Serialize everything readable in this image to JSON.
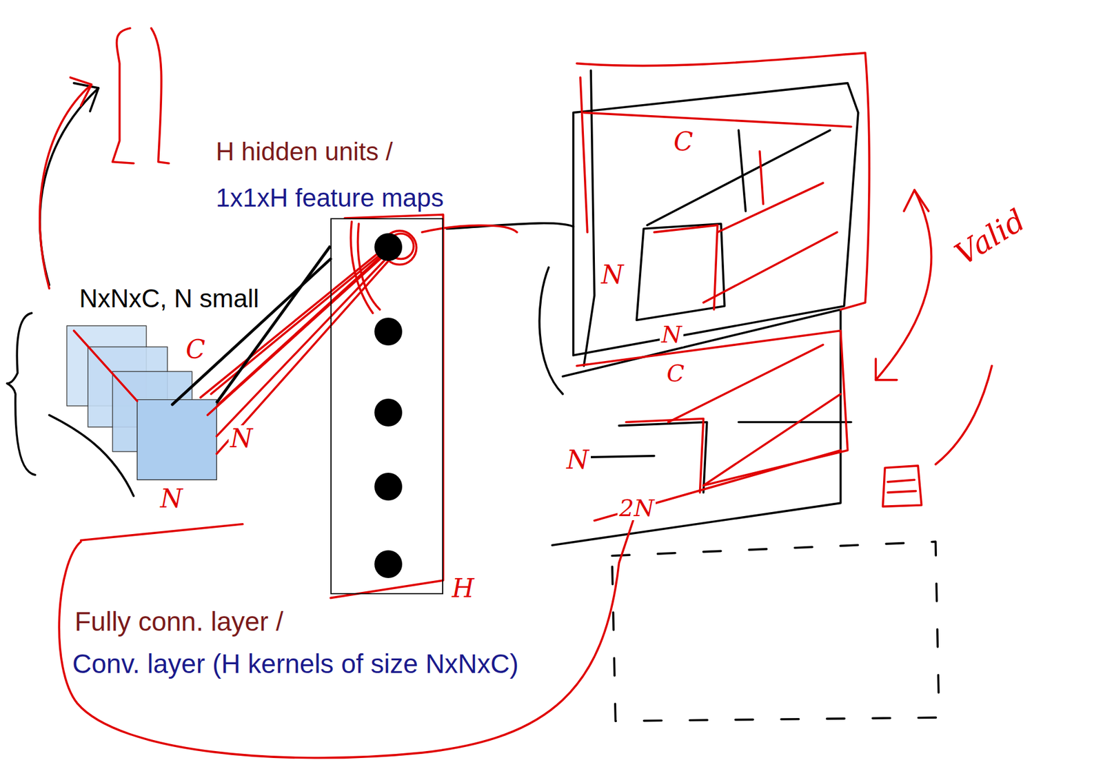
{
  "diagram": {
    "nodes": [
      {
        "text": [
          "NxNxC, N small"
        ]
      },
      {
        "text": [
          "H hidden units /",
          "1x1xH feature maps"
        ]
      }
    ],
    "edges": [
      {
        "from": 0,
        "to": 1,
        "arrow": "none"
      }
    ],
    "labels": [
      "Fully conn. layer /",
      "Conv. layer (H kernels of size NxNxC)",
      "C",
      "N",
      "N",
      "H",
      "C",
      "N",
      "N",
      "C",
      "N",
      "2N",
      "Valid"
    ]
  }
}
